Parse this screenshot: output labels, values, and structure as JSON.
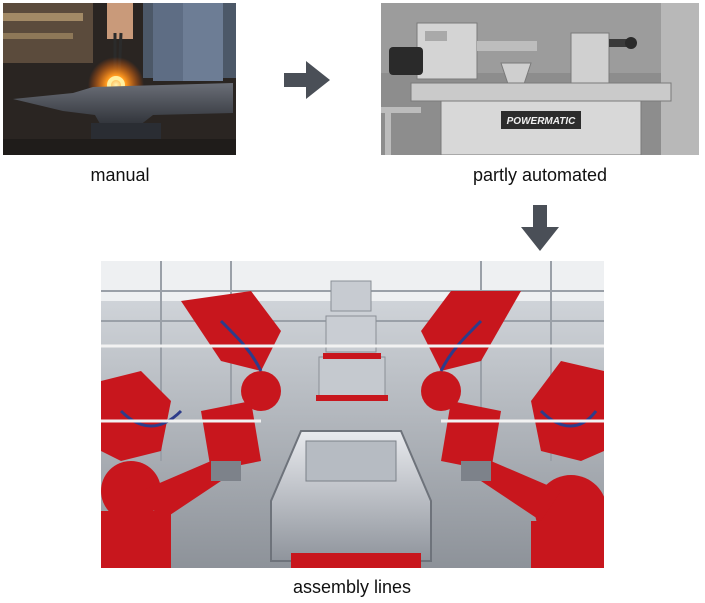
{
  "stages": [
    {
      "label": "manual",
      "icon": "anvil-forging-photo"
    },
    {
      "label": "partly automated",
      "icon": "lathe-machine-photo",
      "brand": "POWERMATIC"
    },
    {
      "label": "assembly lines",
      "icon": "robotic-assembly-line-photo"
    }
  ],
  "arrows": [
    {
      "icon": "arrow-right-icon"
    },
    {
      "icon": "arrow-down-icon"
    }
  ],
  "colors": {
    "arrow": "#4a4f57",
    "caption": "#111111",
    "robot_red": "#c8161d",
    "forge_glow": "#ff8a1a"
  }
}
